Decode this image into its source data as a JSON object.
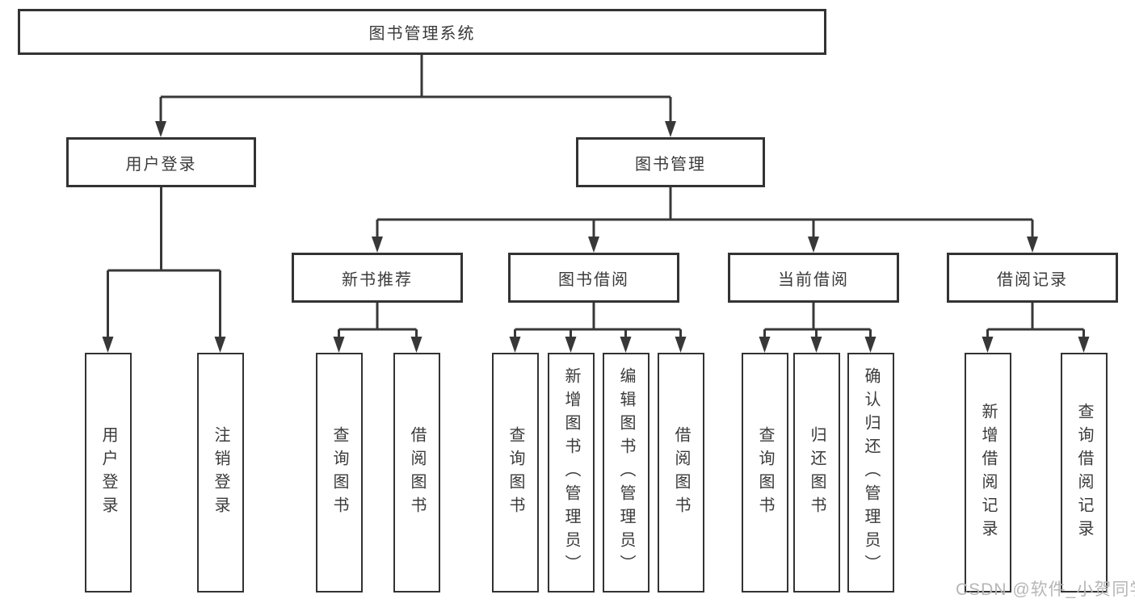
{
  "root": {
    "label": "图书管理系统"
  },
  "user_branch": {
    "label": "用户登录",
    "children": [
      "用户登录",
      "注销登录"
    ]
  },
  "mgmt_branch": {
    "label": "图书管理",
    "sections": [
      {
        "label": "新书推荐",
        "children": [
          "查询图书",
          "借阅图书"
        ]
      },
      {
        "label": "图书借阅",
        "children": [
          "查询图书",
          "新增图书（管理员）",
          "编辑图书（管理员）",
          "借阅图书"
        ]
      },
      {
        "label": "当前借阅",
        "children": [
          "查询图书",
          "归还图书",
          "确认归还（管理员）"
        ]
      },
      {
        "label": "借阅记录",
        "children": [
          "新增借阅记录",
          "查询借阅记录"
        ]
      }
    ]
  },
  "watermark": "CSDN @软件_小贺同学",
  "colors": {
    "line": "#383838",
    "box_border": "#333333",
    "text": "#3a3a3a",
    "watermark": "#b6b6b6",
    "background": "#ffffff"
  }
}
